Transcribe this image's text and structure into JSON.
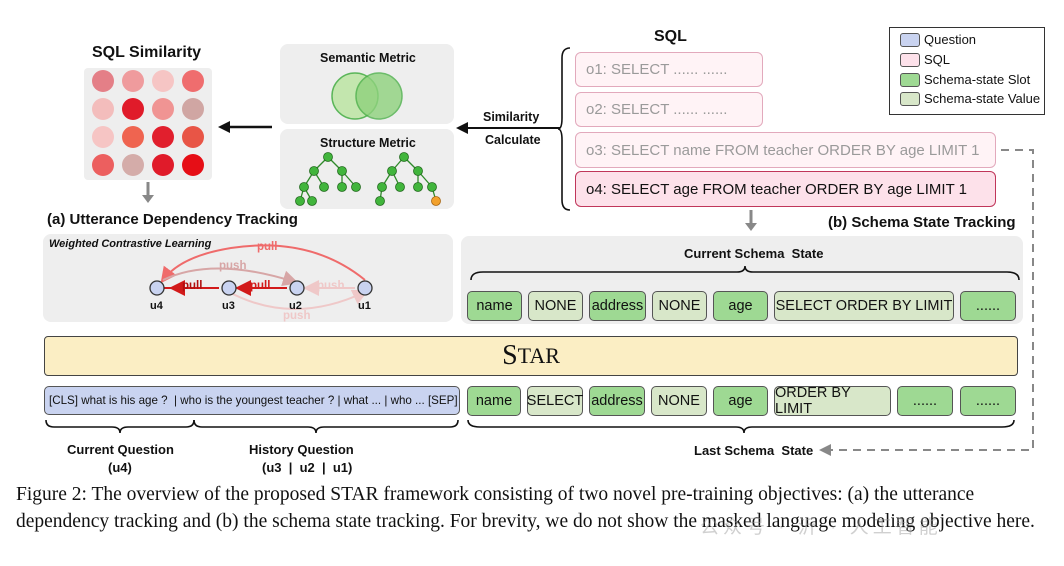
{
  "sql_similarity": {
    "title": "SQL Similarity",
    "dot_colors": [
      [
        "#e47f87",
        "#ef9b9d",
        "#f6c5c4",
        "#ef6d6e"
      ],
      [
        "#f3bdbc",
        "#e01b2a",
        "#f09493",
        "#d0a6a3"
      ],
      [
        "#f6c5c4",
        "#ef6450",
        "#e11f2d",
        "#e85546"
      ],
      [
        "#ec5f5f",
        "#d4aca9",
        "#e01b2a",
        "#e60e16"
      ]
    ]
  },
  "metrics": {
    "semantic_title": "Semantic Metric",
    "structure_title": "Structure Metric"
  },
  "similarity_label": [
    "Similarity",
    "Calculate"
  ],
  "sql": {
    "title": "SQL",
    "items": [
      {
        "text": "o1: SELECT ...... ......",
        "state": "faded"
      },
      {
        "text": "o2: SELECT ...... ......",
        "state": "faded"
      },
      {
        "text": "o3: SELECT name FROM teacher ORDER BY age LIMIT 1",
        "state": "faded"
      },
      {
        "text": "o4: SELECT age FROM teacher ORDER BY age LIMIT 1",
        "state": "active"
      }
    ]
  },
  "legend": {
    "items": [
      {
        "label": "Question",
        "color": "#c9d3f0"
      },
      {
        "label": "SQL",
        "color": "#fde1ea"
      },
      {
        "label": "Schema-state Slot",
        "color": "#9ed993"
      },
      {
        "label": "Schema-state Value",
        "color": "#d8e7c9"
      }
    ]
  },
  "utterance": {
    "title": "(a) Utterance Dependency Tracking",
    "subtitle": "Weighted Contrastive Learning",
    "nodes": [
      "u4",
      "u3",
      "u2",
      "u1"
    ],
    "pull_label": "pull",
    "push_label": "push"
  },
  "schema_tracking": {
    "title": "(b) Schema State Tracking",
    "current_title": "Current Schema  State",
    "current_slots": [
      {
        "text": "name",
        "kind": "g"
      },
      {
        "text": "NONE",
        "kind": "v"
      },
      {
        "text": "address",
        "kind": "g"
      },
      {
        "text": "NONE",
        "kind": "v"
      },
      {
        "text": "age",
        "kind": "g"
      },
      {
        "text": "SELECT ORDER BY LIMIT",
        "kind": "v"
      },
      {
        "text": "......",
        "kind": "g"
      }
    ],
    "last_slots": [
      {
        "text": "name",
        "kind": "g"
      },
      {
        "text": "SELECT",
        "kind": "v"
      },
      {
        "text": "address",
        "kind": "g"
      },
      {
        "text": "NONE",
        "kind": "v"
      },
      {
        "text": "age",
        "kind": "g"
      },
      {
        "text": "ORDER BY LIMIT",
        "kind": "v"
      },
      {
        "text": "......",
        "kind": "g"
      },
      {
        "text": "......",
        "kind": "g"
      }
    ],
    "last_title": "Last Schema  State"
  },
  "star": {
    "first": "S",
    "rest": "TAR"
  },
  "question_input": "[CLS] what is his age ?  | who is the youngest teacher ? | what ... | who ... [SEP]",
  "current_question": {
    "title": "Current Question",
    "sub": "(u4)"
  },
  "history_question": {
    "title": "History Question",
    "sub": "(u3  |  u2  |  u1)"
  },
  "caption": "Figure 2: The overview of the proposed STAR framework consisting of two novel pre-training objectives: (a) the utterance dependency tracking and (b) the schema state tracking. For brevity, we do not show the masked language modeling objective here.",
  "watermark": "公众号 · 沂 · 人工智能"
}
